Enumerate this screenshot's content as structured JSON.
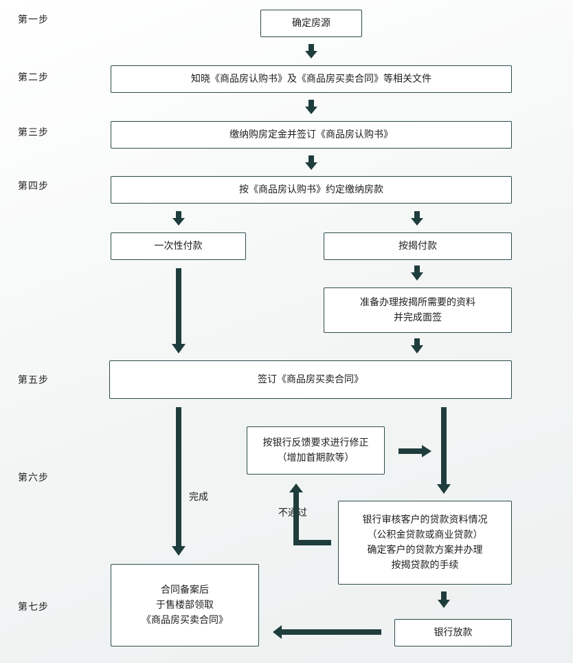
{
  "steps": [
    "第一步",
    "第二步",
    "第三步",
    "第四步",
    "第五步",
    "第六步",
    "第七步"
  ],
  "nodes": {
    "confirm_source": "确定房源",
    "know_documents": "知晓《商品房认购书》及《商品房买卖合同》等相关文件",
    "pay_deposit": "缴纳购房定金并签订《商品房认购书》",
    "pay_by_agreement": "按《商品房认购书》约定缴纳房款",
    "lump_sum": "一次性付款",
    "mortgage": "按揭付款",
    "prepare_materials": "准备办理按揭所需要的资料\n并完成面签",
    "sign_contract": "签订《商品房买卖合同》",
    "bank_feedback": "按银行反馈要求进行修正\n（增加首期款等）",
    "bank_review": "银行审核客户的贷款资料情况\n（公积金贷款或商业贷款）\n确定客户的贷款方案并办理\n按揭贷款的手续",
    "contract_filing": "合同备案后\n于售楼部领取\n《商品房买卖合同》",
    "bank_loan": "银行放款"
  },
  "labels": {
    "complete": "完成",
    "not_passed": "不通过"
  },
  "colors": {
    "arrow": "#1f3d3d",
    "border": "#2a4a4a"
  }
}
